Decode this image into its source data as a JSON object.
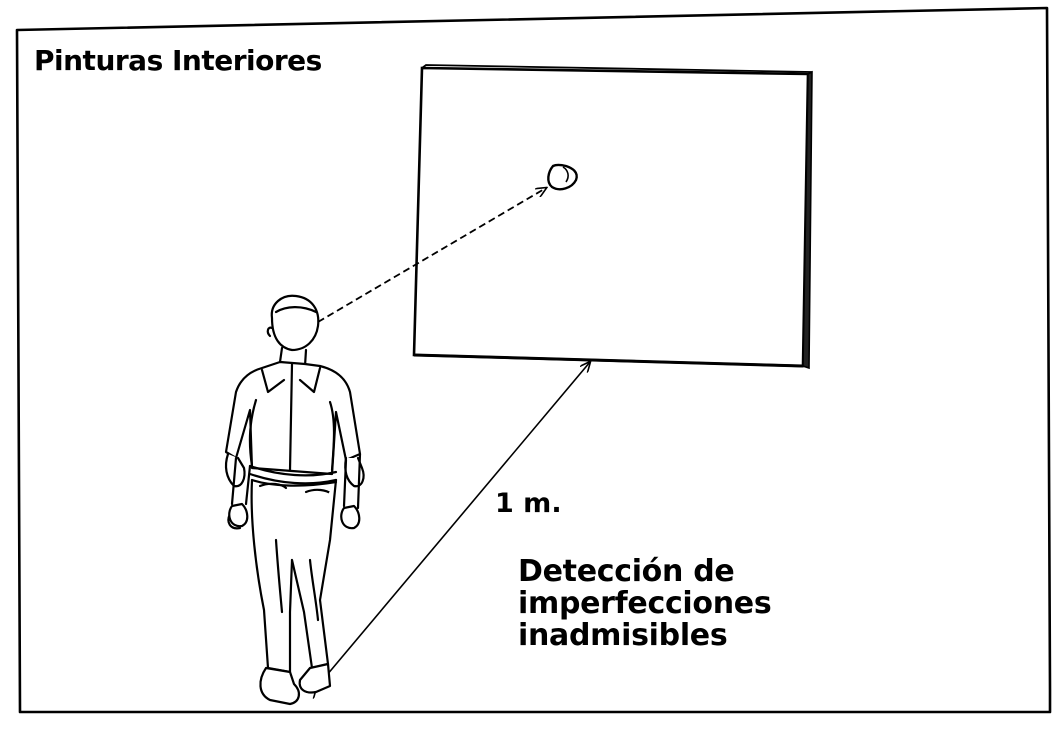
{
  "title": "Pinturas Interiores",
  "distance_label": "1 m.",
  "caption": {
    "line1": "Detección de",
    "line2": "imperfecciones",
    "line3": "inadmisibles"
  }
}
